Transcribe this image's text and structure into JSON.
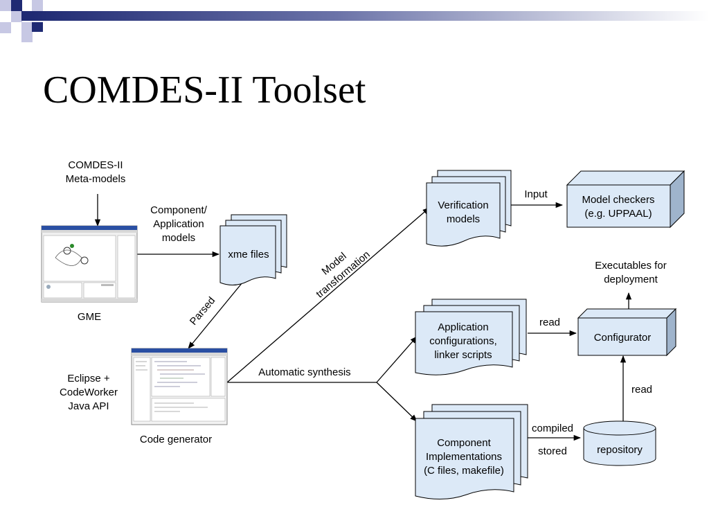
{
  "slide": {
    "title": "COMDES-II Toolset"
  },
  "colors": {
    "box_fill": "#dce9f7",
    "line": "#000000",
    "deco_navy": "#1f2a73",
    "deco_lavender": "#c7c8e4"
  },
  "diagram": {
    "metamodels": [
      "COMDES-II",
      "Meta-models"
    ],
    "comp_app_models": [
      "Component/",
      "Application",
      "models"
    ],
    "xme_files": "xme files",
    "gme": "GME",
    "parsed": "Parsed",
    "eclipse": [
      "Eclipse +",
      "CodeWorker",
      "Java API"
    ],
    "code_generator": "Code generator",
    "model_transformation": [
      "Model",
      "transformation"
    ],
    "automatic_synthesis": "Automatic synthesis",
    "verification_models": [
      "Verification",
      "models"
    ],
    "input": "Input",
    "model_checkers": [
      "Model checkers",
      "(e.g. UPPAAL)"
    ],
    "executables": [
      "Executables for",
      "deployment"
    ],
    "app_configs": [
      "Application",
      "configurations,",
      "linker scripts"
    ],
    "read_top": "read",
    "configurator": "Configurator",
    "read_side": "read",
    "comp_impl": [
      "Component",
      "Implementations",
      "(C files, makefile)"
    ],
    "compiled": "compiled",
    "stored": "stored",
    "repository": "repository"
  }
}
